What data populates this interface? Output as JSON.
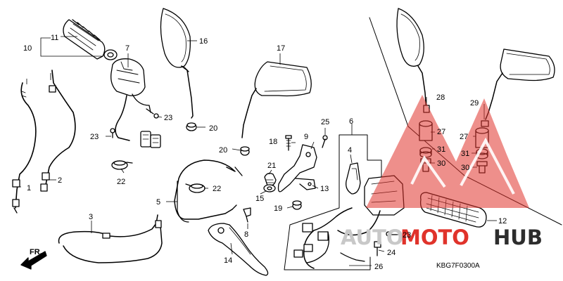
{
  "diagram": {
    "code": "KBG7F0300A",
    "direction": "FR.",
    "parts": [
      {
        "id": "p1",
        "label": "1"
      },
      {
        "id": "p2",
        "label": "2"
      },
      {
        "id": "p3",
        "label": "3"
      },
      {
        "id": "p4",
        "label": "4"
      },
      {
        "id": "p5",
        "label": "5"
      },
      {
        "id": "p6",
        "label": "6"
      },
      {
        "id": "p7",
        "label": "7"
      },
      {
        "id": "p8",
        "label": "8"
      },
      {
        "id": "p9",
        "label": "9"
      },
      {
        "id": "p10",
        "label": "10"
      },
      {
        "id": "p11",
        "label": "11"
      },
      {
        "id": "p12",
        "label": "12"
      },
      {
        "id": "p13",
        "label": "13"
      },
      {
        "id": "p14",
        "label": "14"
      },
      {
        "id": "p15",
        "label": "15"
      },
      {
        "id": "p16",
        "label": "16"
      },
      {
        "id": "p17",
        "label": "17"
      },
      {
        "id": "p18",
        "label": "18"
      },
      {
        "id": "p19",
        "label": "19"
      },
      {
        "id": "p20a",
        "label": "20"
      },
      {
        "id": "p20b",
        "label": "20"
      },
      {
        "id": "p21",
        "label": "21"
      },
      {
        "id": "p22a",
        "label": "22"
      },
      {
        "id": "p22b",
        "label": "22"
      },
      {
        "id": "p23a",
        "label": "23"
      },
      {
        "id": "p23b",
        "label": "23"
      },
      {
        "id": "p23c",
        "label": "23"
      },
      {
        "id": "p24",
        "label": "24"
      },
      {
        "id": "p25",
        "label": "25"
      },
      {
        "id": "p26",
        "label": "26"
      },
      {
        "id": "p27a",
        "label": "27"
      },
      {
        "id": "p27b",
        "label": "27"
      },
      {
        "id": "p28",
        "label": "28"
      },
      {
        "id": "p29",
        "label": "29"
      },
      {
        "id": "p30a",
        "label": "30"
      },
      {
        "id": "p30b",
        "label": "30"
      },
      {
        "id": "p31a",
        "label": "31"
      },
      {
        "id": "p31b",
        "label": "31"
      }
    ]
  },
  "watermark": {
    "brand_a": "AUTO",
    "brand_b": "MOTO",
    "brand_c": "HUB",
    "color_a": "#c8c8c8",
    "color_b": "#e0332b",
    "color_c": "#2d2d2d"
  }
}
